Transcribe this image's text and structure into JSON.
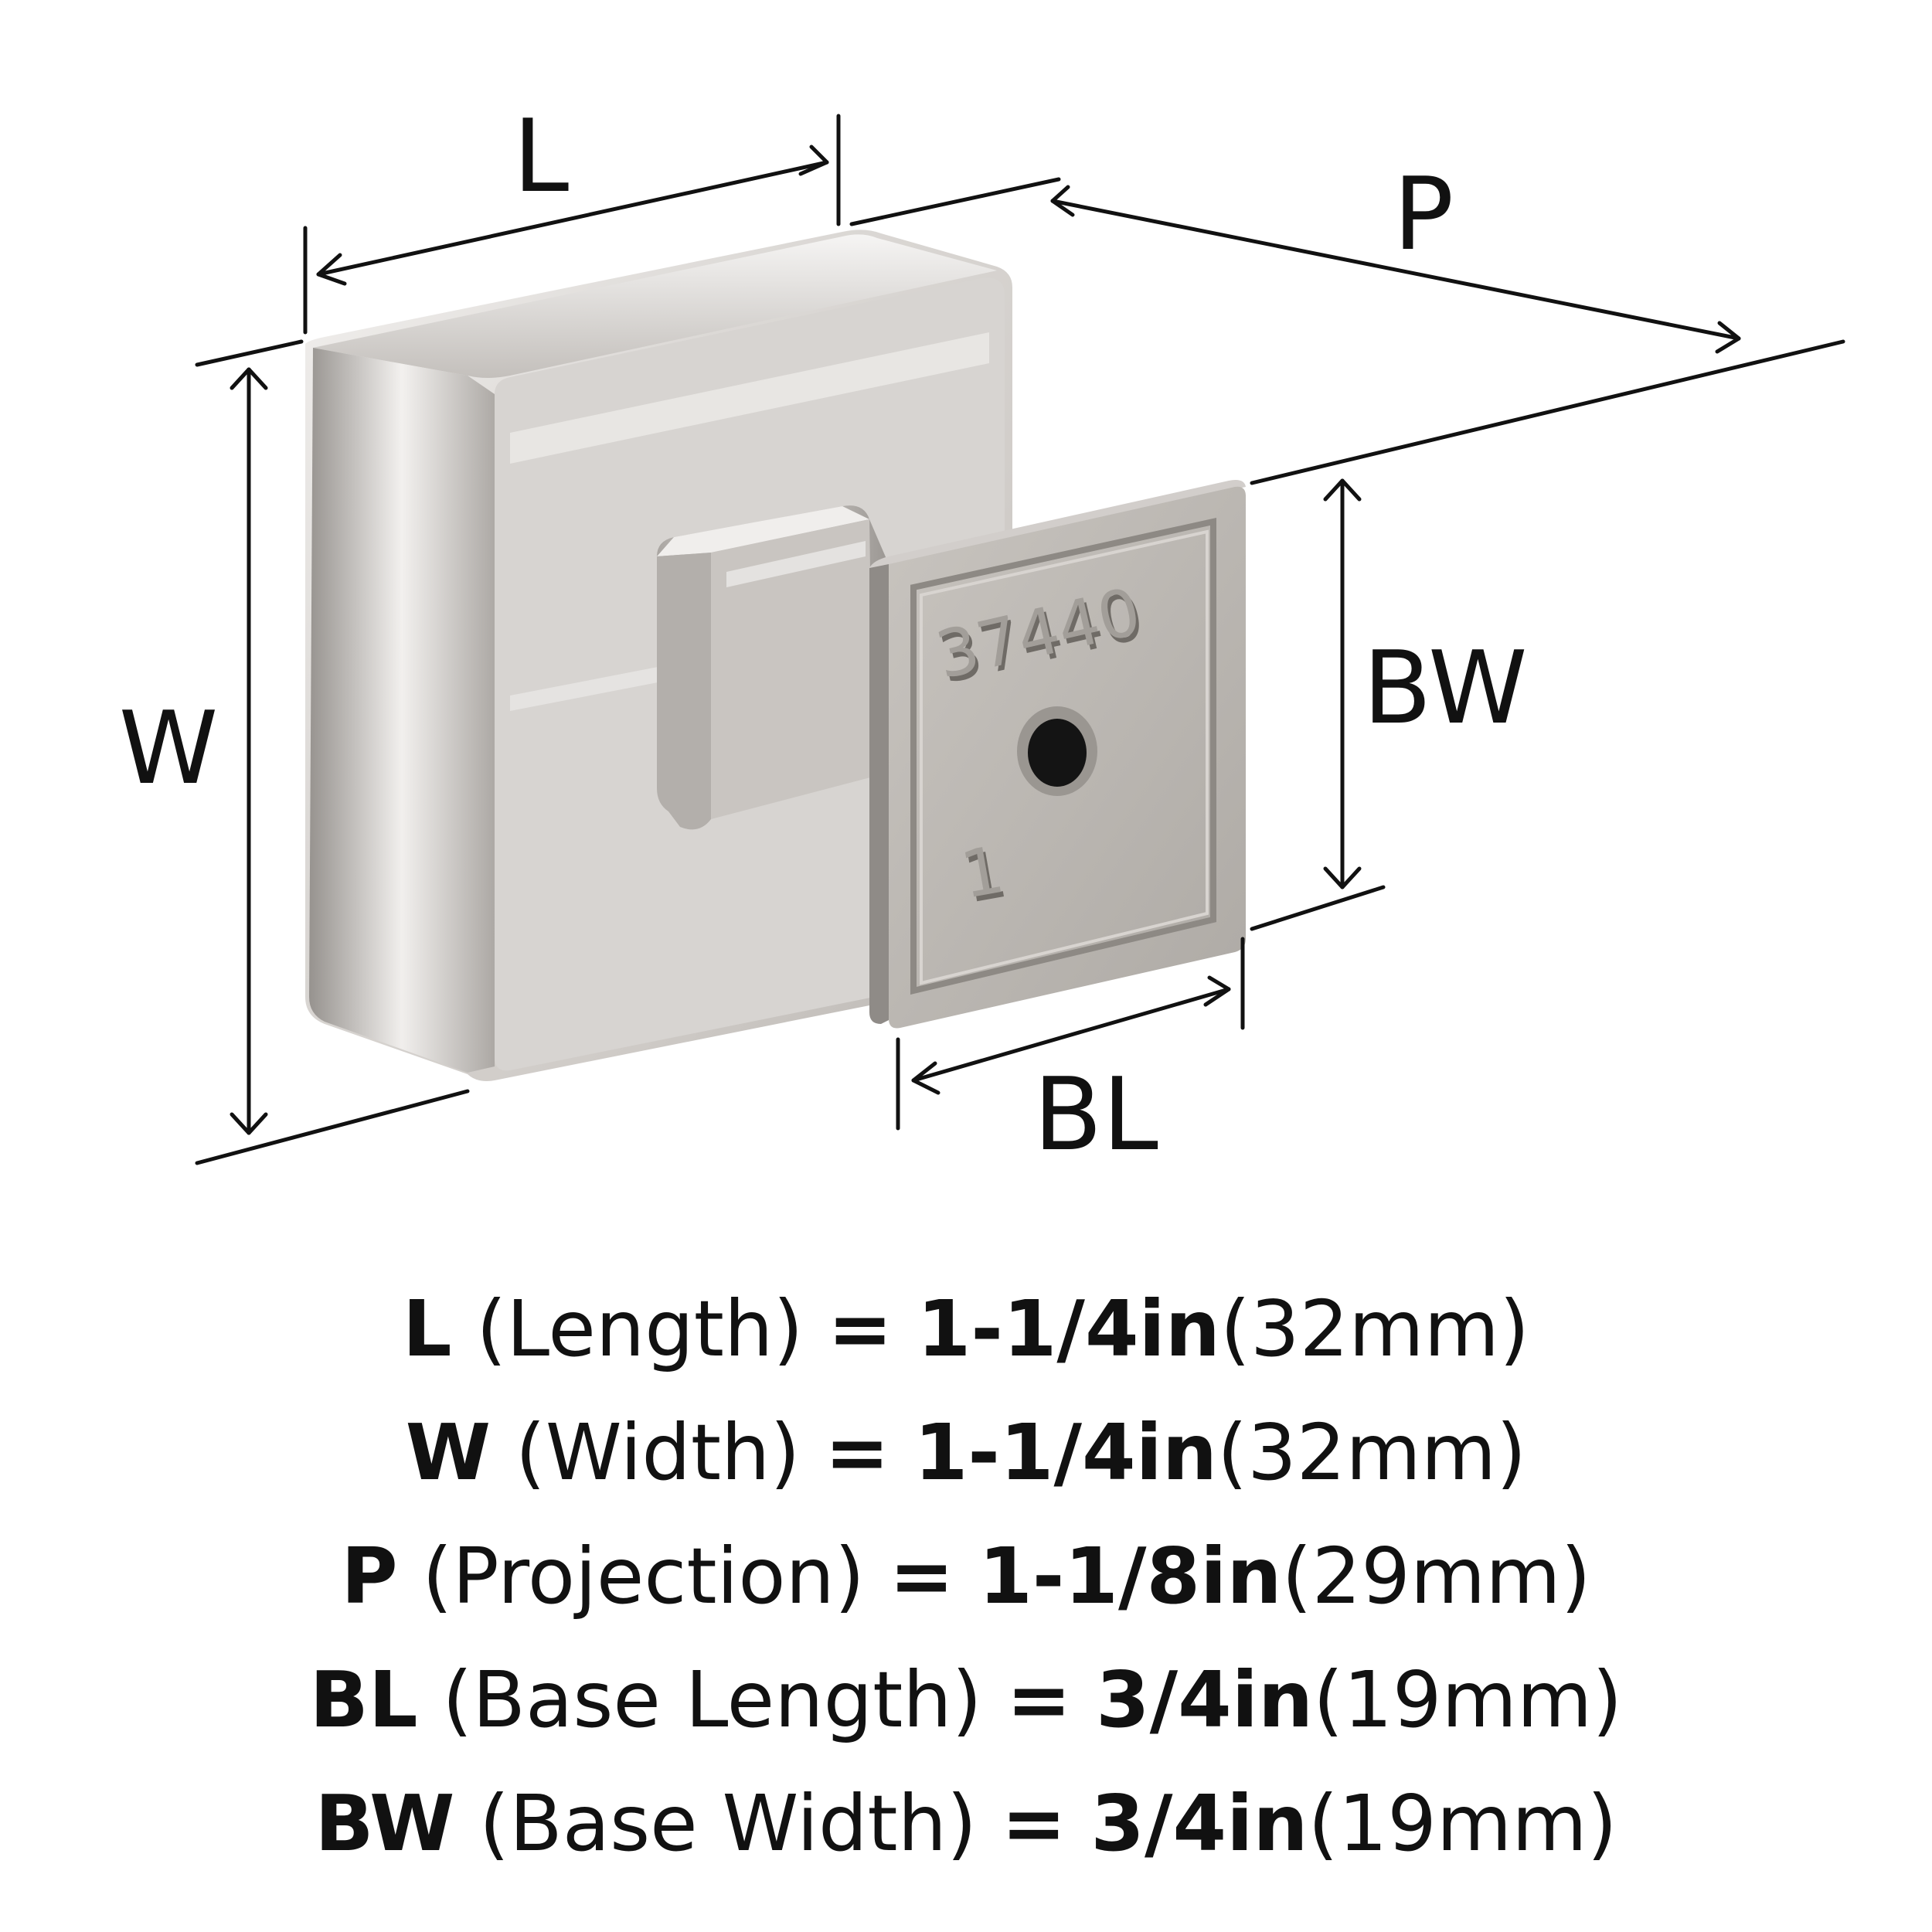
{
  "diagram": {
    "labels": {
      "L": "L",
      "P": "P",
      "W": "W",
      "BW": "BW",
      "BL": "BL"
    },
    "part_number": "37440",
    "part_mark": "1",
    "colors": {
      "chrome_light": "#ece9e6",
      "chrome_mid": "#c9c5c1",
      "chrome_dark": "#8f8b87",
      "face": "#bcb8b3",
      "lines": "#111111"
    }
  },
  "specs": [
    {
      "code": "L",
      "desc": "(Length)",
      "eq": "=",
      "imperial": "1-1/4in",
      "metric": "(32mm)"
    },
    {
      "code": "W",
      "desc": "(Width)",
      "eq": "=",
      "imperial": "1-1/4in",
      "metric": "(32mm)"
    },
    {
      "code": "P",
      "desc": "(Projection)",
      "eq": "=",
      "imperial": "1-1/8in",
      "metric": "(29mm)"
    },
    {
      "code": "BL",
      "desc": "(Base Length)",
      "eq": "=",
      "imperial": "3/4in",
      "metric": "(19mm)"
    },
    {
      "code": "BW",
      "desc": "(Base Width)",
      "eq": "=",
      "imperial": "3/4in",
      "metric": "(19mm)"
    }
  ]
}
